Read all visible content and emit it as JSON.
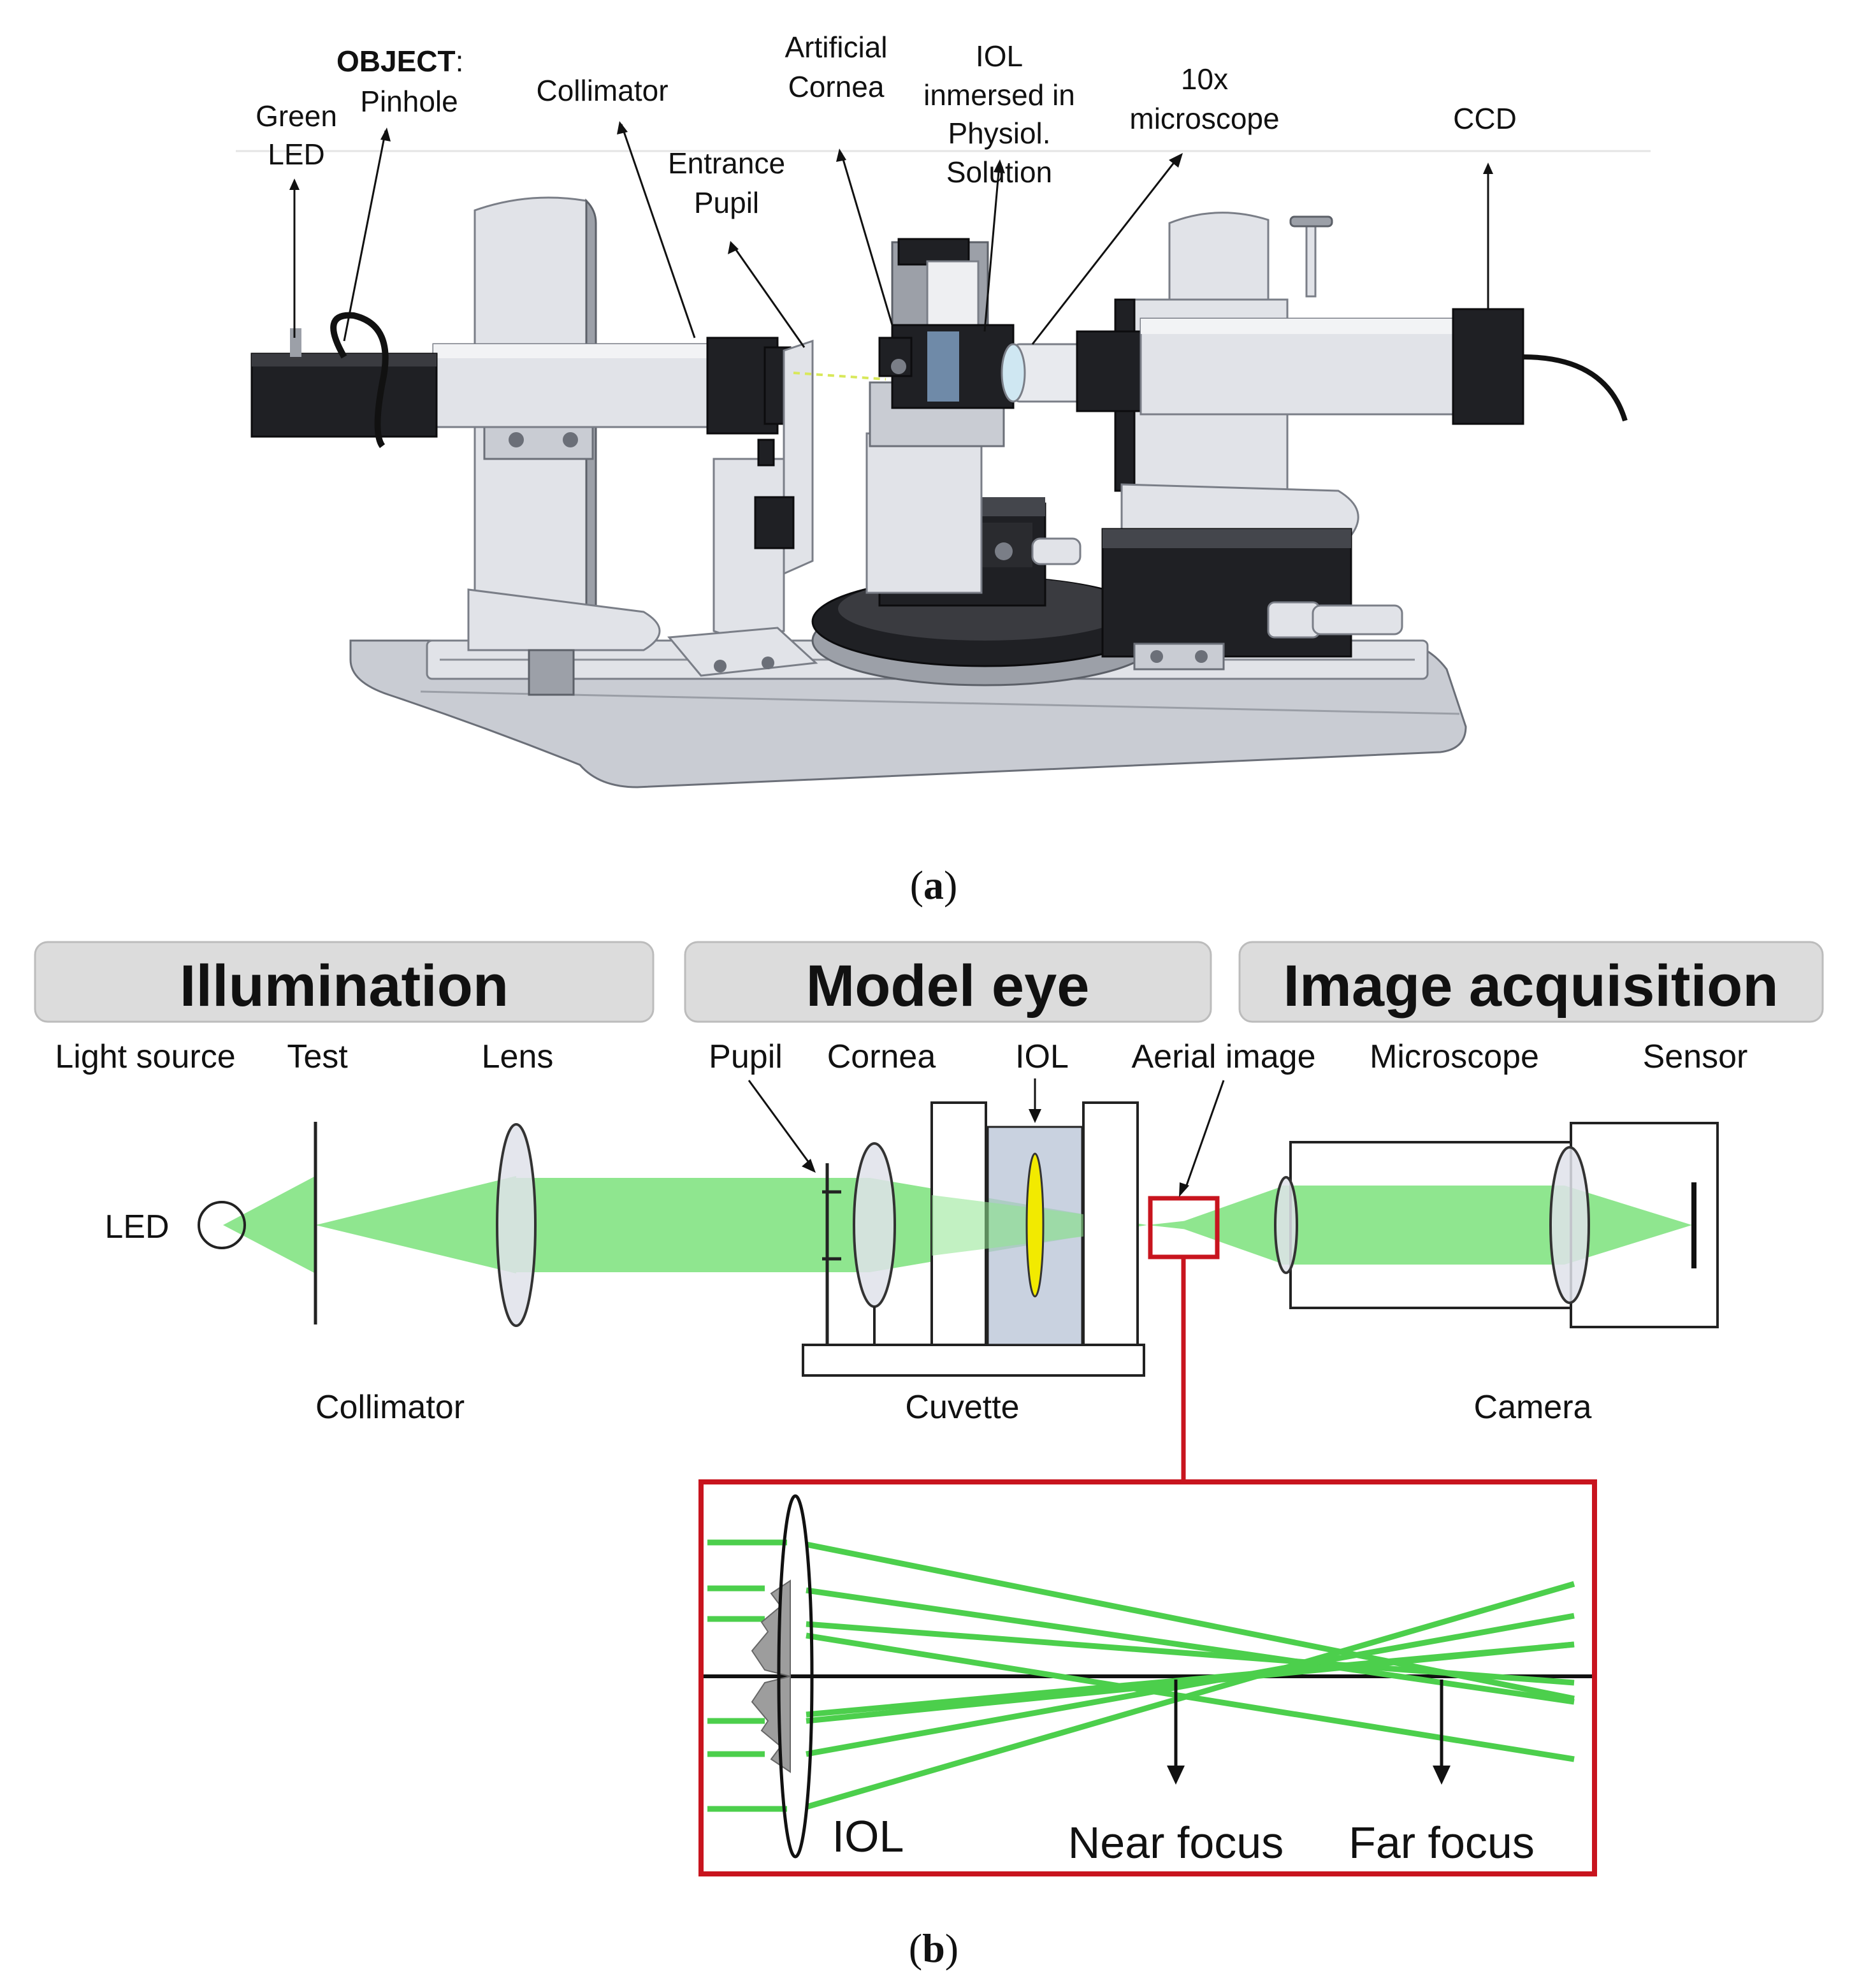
{
  "figure": {
    "colors": {
      "beam": "#8fe68f",
      "ray": "#4ccf4c",
      "highlight": "#c8141e",
      "iol": "#f2ea00",
      "cuvette_fill": "#b7c3d6",
      "header_fill": "#dcdcdc"
    },
    "panel_a": {
      "caption": "a",
      "labels": {
        "object_bold": "OBJECT",
        "object_colon": ":",
        "pinhole": "Pinhole",
        "green": "Green",
        "led": "LED",
        "collimator": "Collimator",
        "artificial": "Artificial",
        "cornea": "Cornea",
        "iol": "IOL",
        "inmersed": "inmersed in",
        "physiol": "Physiol.",
        "solution": "Solution",
        "entrance": "Entrance",
        "pupil": "Pupil",
        "tenx": "10x",
        "microscope": "microscope",
        "ccd": "CCD"
      }
    },
    "panel_b": {
      "caption": "b",
      "headers": {
        "illumination": "Illumination",
        "model_eye": "Model eye",
        "image_acquisition": "Image acquisition"
      },
      "sublabels": {
        "light_source": "Light source",
        "test": "Test",
        "lens": "Lens",
        "pupil": "Pupil",
        "cornea": "Cornea",
        "iol": "IOL",
        "aerial_image": "Aerial image",
        "microscope": "Microscope",
        "sensor": "Sensor"
      },
      "components": {
        "led": "LED",
        "collimator": "Collimator",
        "cuvette": "Cuvette",
        "camera": "Camera"
      },
      "inset": {
        "iol": "IOL",
        "near_focus": "Near focus",
        "far_focus": "Far focus"
      }
    }
  }
}
